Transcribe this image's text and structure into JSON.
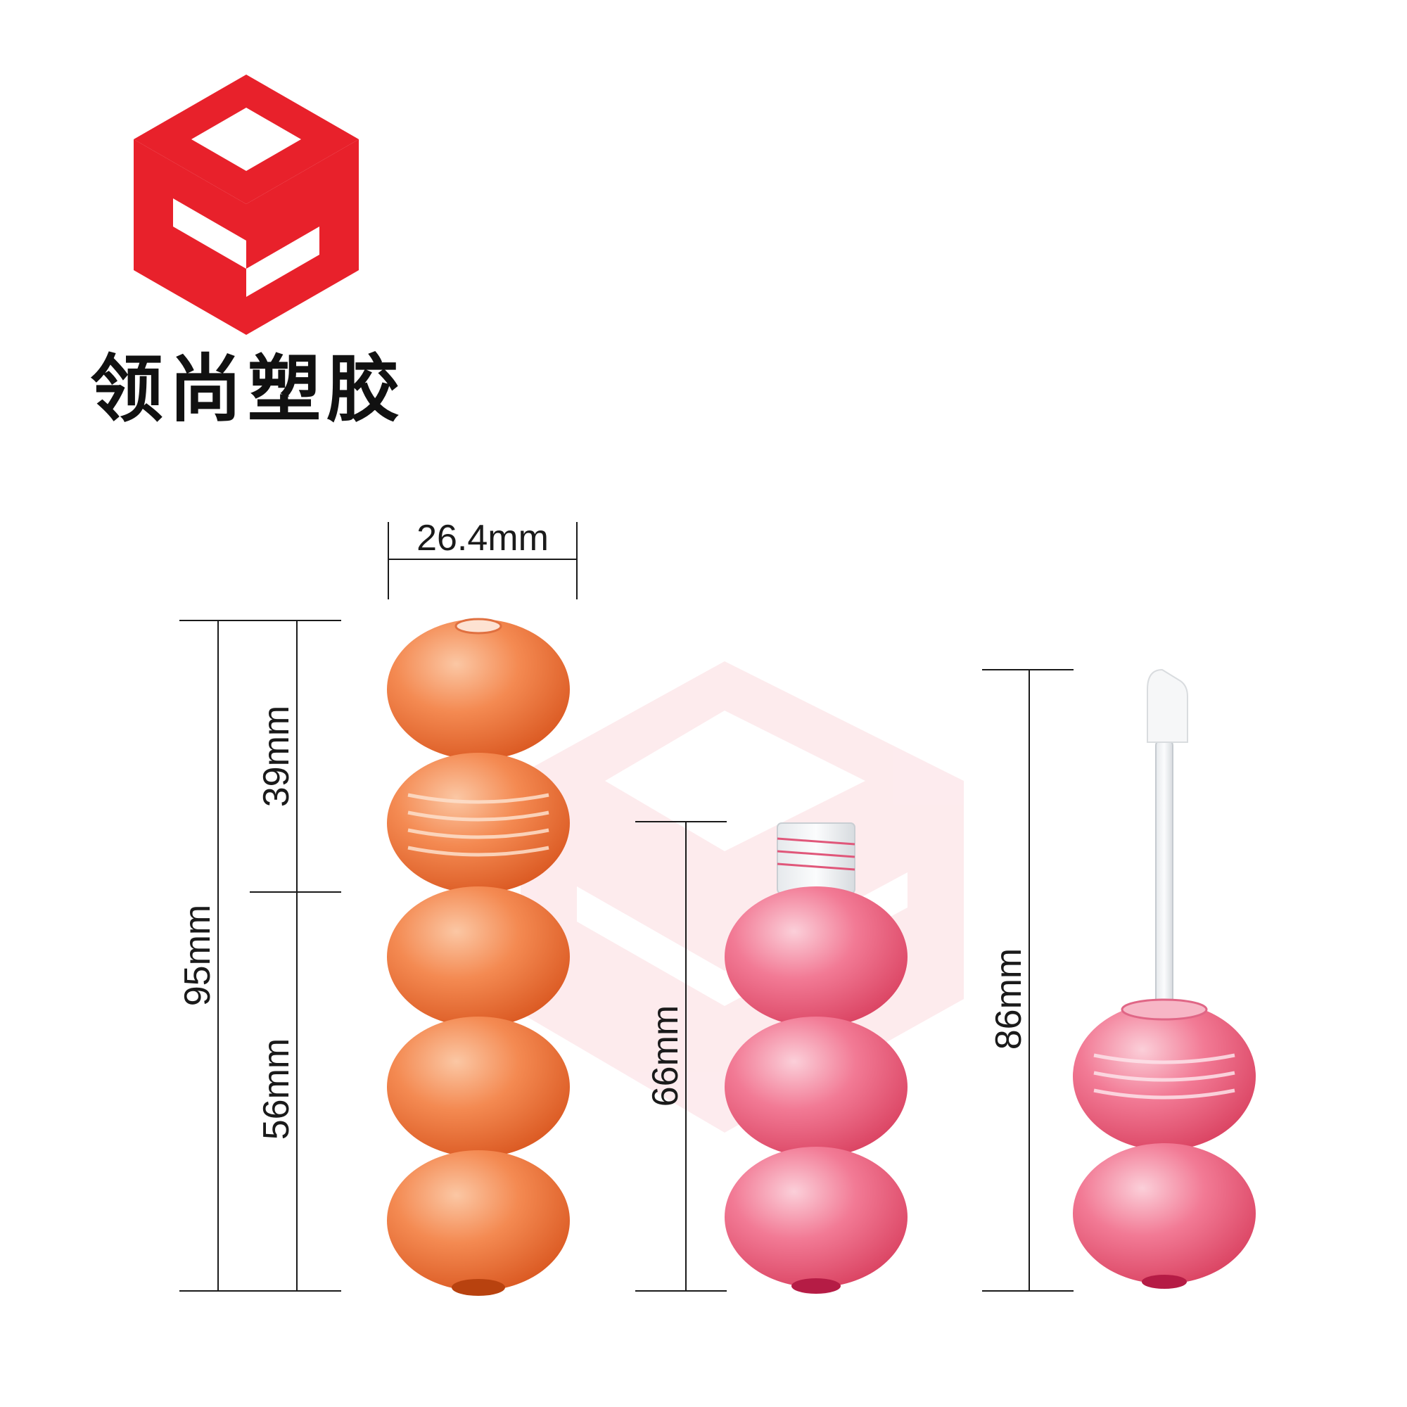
{
  "brand": {
    "name": "领尚塑胶",
    "logo_color": "#e8212b",
    "watermark_color": "#fbe3e6"
  },
  "products": [
    {
      "name": "orange-bubble-tube",
      "color": "#f07b48",
      "dimensions": {
        "width": "26.4mm",
        "total_height": "95mm",
        "cap_height": "39mm",
        "body_height": "56mm"
      }
    },
    {
      "name": "pink-bubble-bottle",
      "color": "#ef6f8c",
      "dimensions": {
        "height": "66mm"
      }
    },
    {
      "name": "pink-cap-wand",
      "color": "#ef6f8c",
      "dimensions": {
        "height": "86mm"
      }
    }
  ]
}
